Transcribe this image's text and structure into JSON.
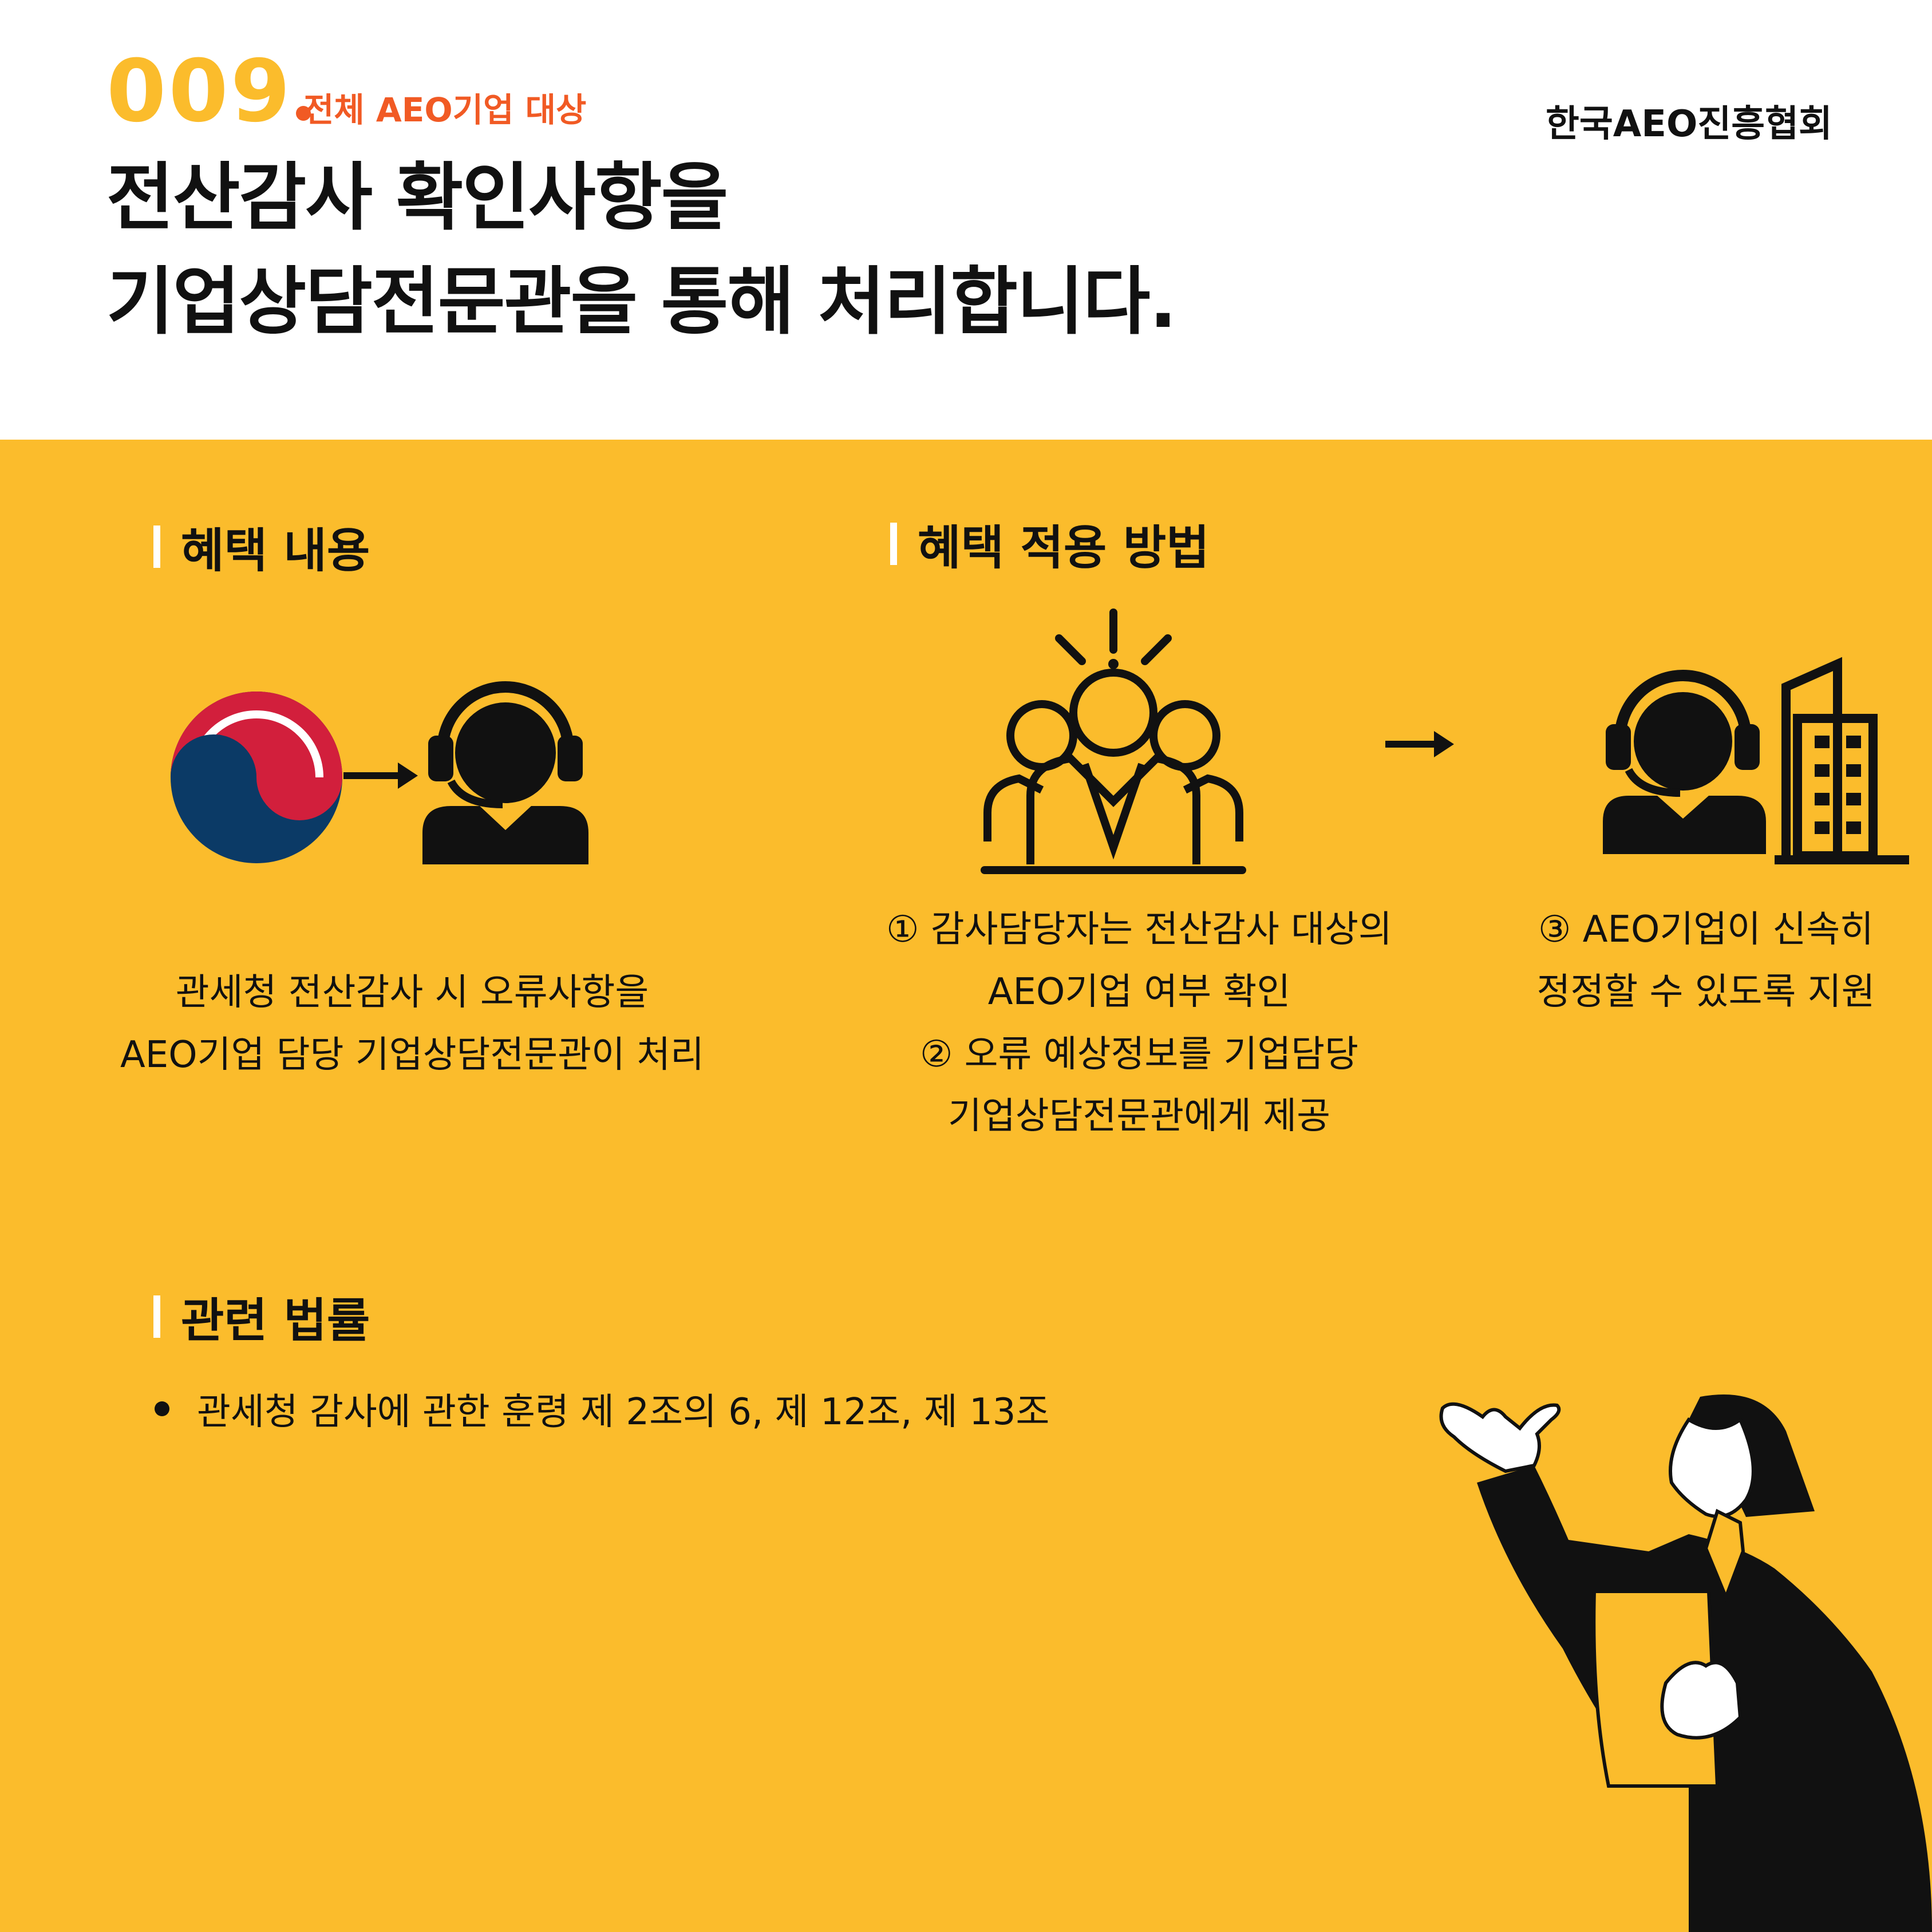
{
  "header": {
    "number": "009",
    "tag": "전체 AEO기업 대상",
    "org": "한국AEO진흥협회",
    "title_lines": [
      "전산감사 확인사항을",
      "기업상담전문관을 통해 처리합니다."
    ]
  },
  "benefit": {
    "heading": "혜택 내용",
    "lines": [
      "관세청 전산감사 시 오류사항을",
      "AEO기업 담당 기업상담전문관이 처리"
    ]
  },
  "method": {
    "heading": "혜택 적용 방법",
    "steps_a": [
      "① 감사담당자는 전산감사 대상의",
      "AEO기업 여부 확인",
      "② 오류 예상정보를 기업담당",
      "기업상담전문관에게 제공"
    ],
    "steps_b": [
      "③ AEO기업이 신속히",
      "정정할 수 있도록 지원"
    ]
  },
  "law": {
    "heading": "관련 법률",
    "items": [
      "관세청 감사에 관한 훈령 제 2조의 6, 제 12조, 제 13조"
    ]
  },
  "colors": {
    "accent": "#fbbc2c",
    "tag": "#f15a24",
    "text": "#111111",
    "gov_blue": "#0b3a66",
    "gov_red": "#d21f3c"
  },
  "icons": [
    "government-emblem-icon",
    "arrow-right-icon",
    "headset-agent-icon",
    "alert-group-icon",
    "agent-building-icon",
    "presenter-illustration"
  ]
}
